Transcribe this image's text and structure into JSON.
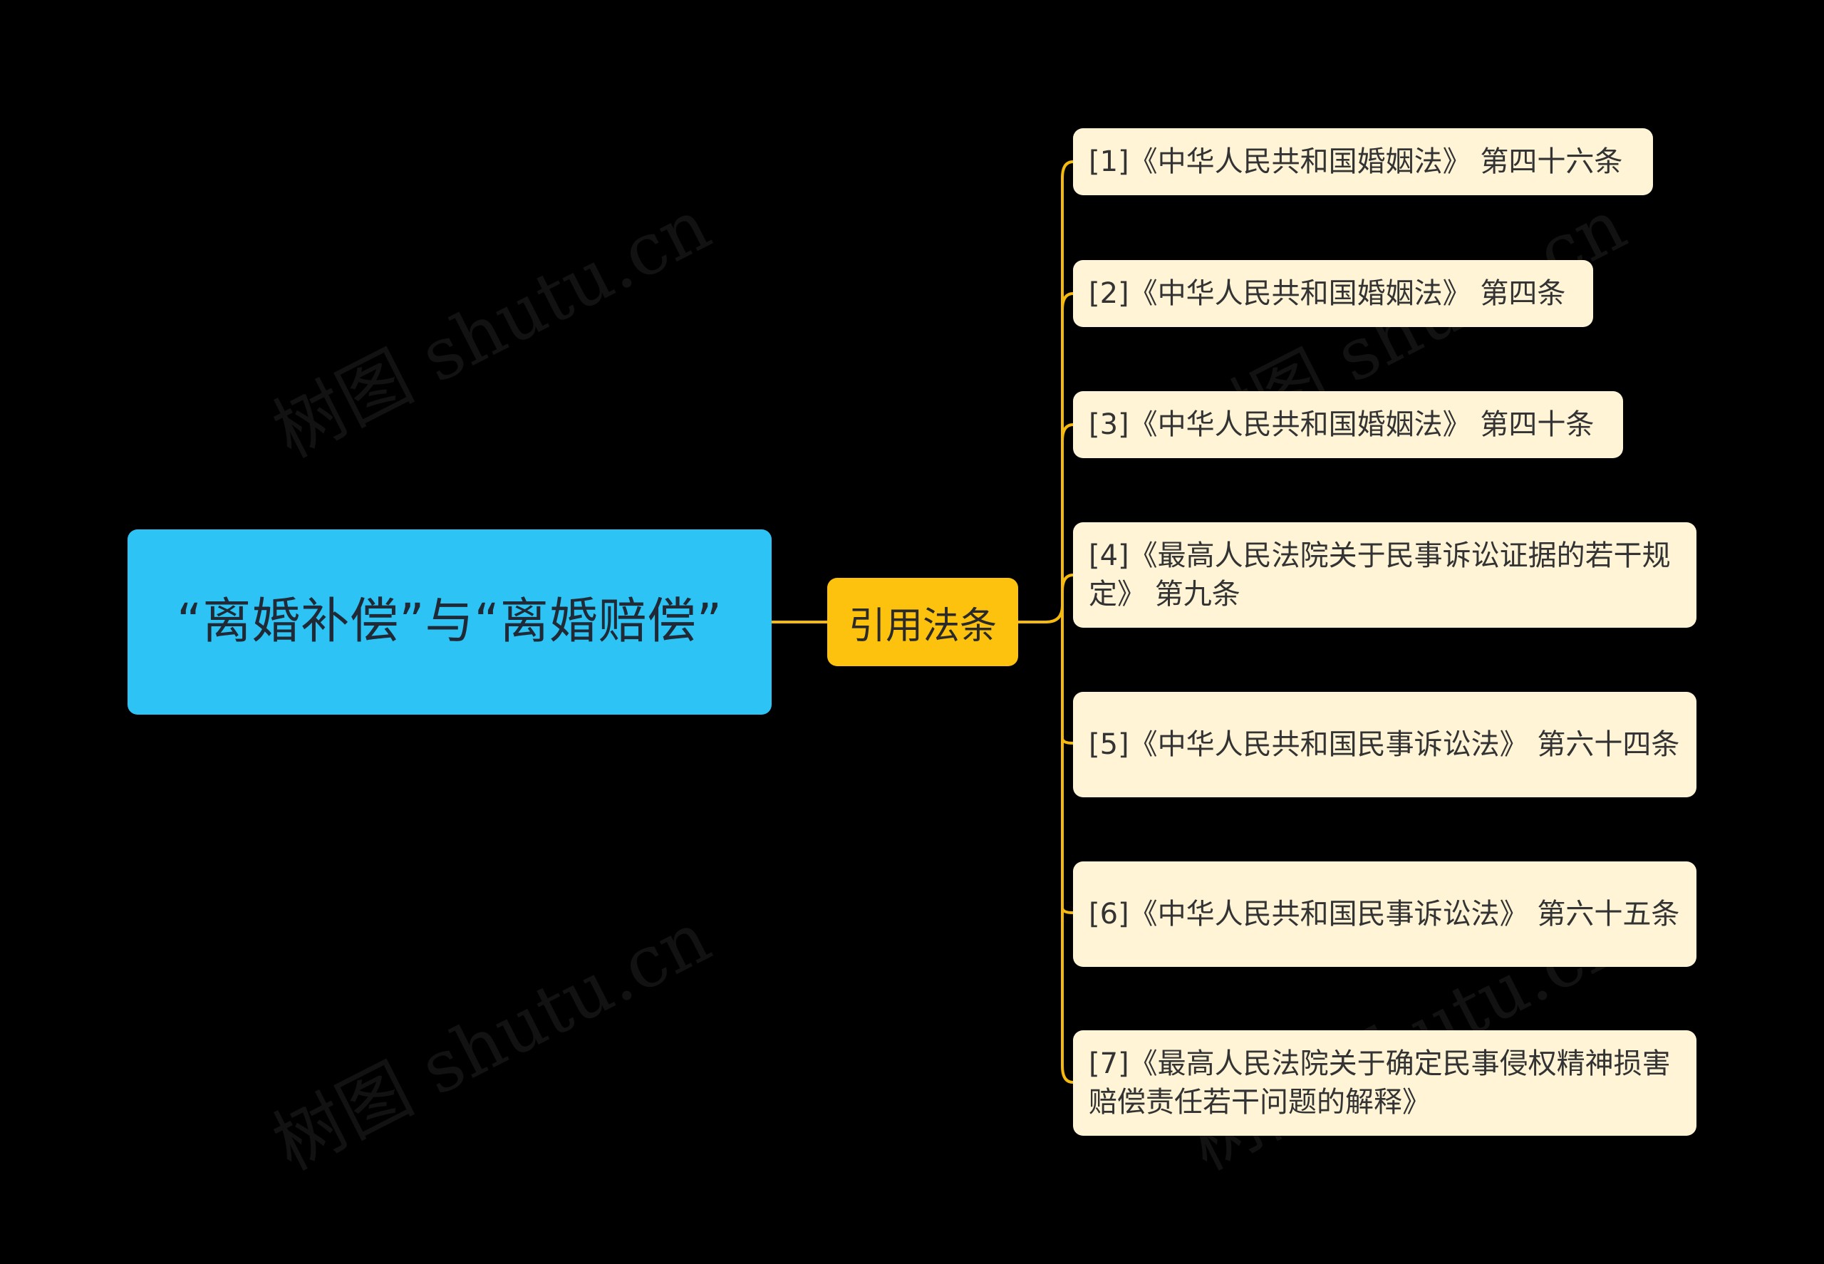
{
  "colors": {
    "background": "#000000",
    "root": "#2DC4F5",
    "branch": "#FDC20D",
    "leaf": "#FFF5D6",
    "connector": "#F5B90F"
  },
  "watermark": "树图 shutu.cn",
  "root": {
    "label": "“离婚补偿”与“离婚赔偿”"
  },
  "branch": {
    "label": "引用法条"
  },
  "leaves": [
    {
      "label": "[1]《中华人民共和国婚姻法》 第四十六条"
    },
    {
      "label": "[2]《中华人民共和国婚姻法》 第四条"
    },
    {
      "label": "[3]《中华人民共和国婚姻法》 第四十条"
    },
    {
      "label": "[4]《最高人民法院关于民事诉讼证据的若干规定》 第九条"
    },
    {
      "label": "[5]《中华人民共和国民事诉讼法》 第六十四条"
    },
    {
      "label": "[6]《中华人民共和国民事诉讼法》 第六十五条"
    },
    {
      "label": "[7]《最高人民法院关于确定民事侵权精神损害赔偿责任若干问题的解释》"
    }
  ]
}
